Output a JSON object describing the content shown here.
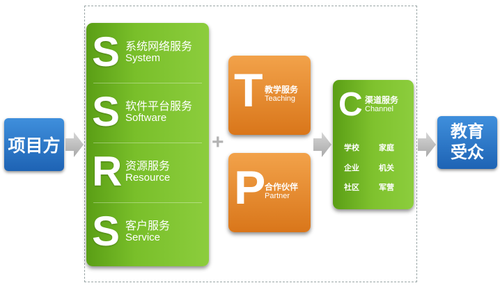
{
  "left_box": {
    "label": "项目方"
  },
  "right_box": {
    "line1": "教育",
    "line2": "受众"
  },
  "srs_panel": {
    "rows": [
      {
        "letter": "S",
        "cn": "系统网络服务",
        "en": "System"
      },
      {
        "letter": "S",
        "cn": "软件平台服务",
        "en": "Software"
      },
      {
        "letter": "R",
        "cn": "资源服务",
        "en": "Resource"
      },
      {
        "letter": "S",
        "cn": "客户服务",
        "en": "Service"
      }
    ]
  },
  "plus_sign": "+",
  "teaching": {
    "letter": "T",
    "cn": "教学服务",
    "en": "Teaching"
  },
  "partner": {
    "letter": "P",
    "cn": "合作伙伴",
    "en": "Partner"
  },
  "channel": {
    "letter": "C",
    "cn": "渠道服务",
    "en": "Channel",
    "items": [
      "学校",
      "家庭",
      "企业",
      "机关",
      "社区",
      "军营"
    ]
  },
  "colors": {
    "blue": "#1e63b4",
    "green": "#79bf2a",
    "orange": "#e58a2c",
    "arrow": "#bdbdbd"
  }
}
